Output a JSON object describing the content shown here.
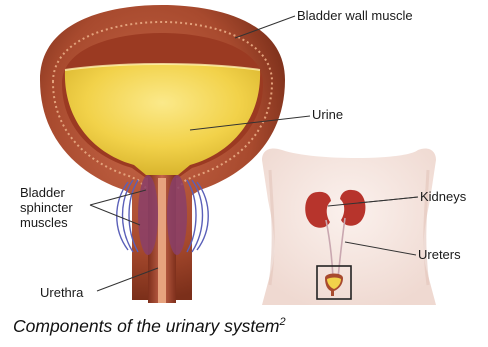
{
  "labels": {
    "bladder_wall": "Bladder wall muscle",
    "urine": "Urine",
    "sphincter": [
      "Bladder",
      "sphincter",
      "muscles"
    ],
    "kidneys": "Kidneys",
    "ureters": "Ureters",
    "urethra": "Urethra"
  },
  "caption": {
    "text": "Components of the urinary system",
    "superscript": "2"
  },
  "colors": {
    "wall_outer": "#8c3a22",
    "wall_inner": "#b5553a",
    "urine": "#f2d24a",
    "nerve_lines": "#5a5fb8",
    "skin": "#f5e6e0",
    "kidney": "#b7342c"
  }
}
